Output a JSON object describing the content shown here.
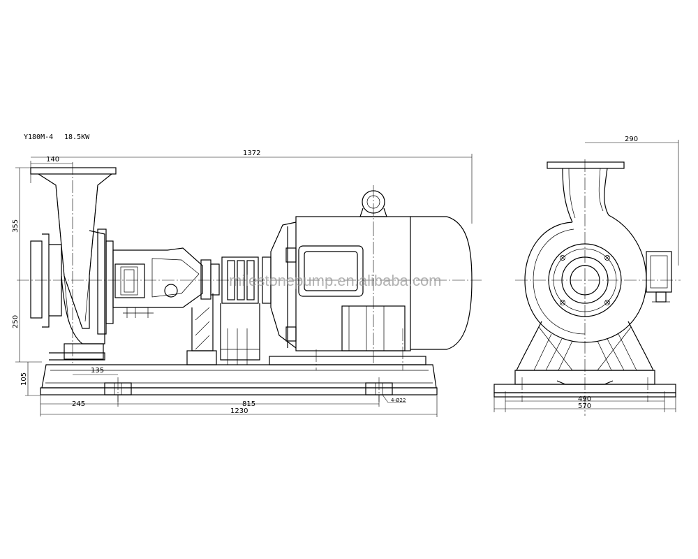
{
  "header": {
    "model": "Y180M-4",
    "power": "18.5KW"
  },
  "side_view": {
    "dims": {
      "overall_length": "1372",
      "inlet_offset": "140",
      "height_above_axis": "355",
      "height_below_axis": "250",
      "base_height": "105",
      "support_offset": "135",
      "bolt_offset": "245",
      "bolt_spacing": "815",
      "base_length": "1230",
      "bolt_holes": "4-Ø22"
    }
  },
  "end_view": {
    "dims": {
      "outlet_offset": "290",
      "bolt_width": "490",
      "base_width": "570"
    }
  },
  "watermark": "milestonepump.en.alibaba.com"
}
